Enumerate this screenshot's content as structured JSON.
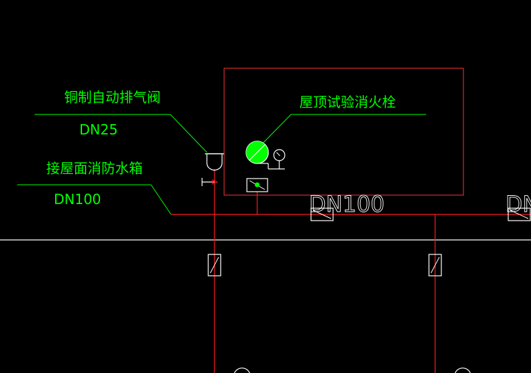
{
  "labels": {
    "vent_valve_name": "铜制自动排气阀",
    "vent_valve_size": "DN25",
    "roof_tank_name": "接屋面消防水箱",
    "roof_tank_size": "DN100",
    "test_hydrant_name": "屋顶试验消火栓",
    "main_pipe_size_1": "DN100",
    "main_pipe_size_2": "DN"
  },
  "colors": {
    "background": "#000000",
    "pipe": "#ff1a1a",
    "annotation": "#00ff00",
    "fixture": "#ffffff",
    "border": "#ff3333",
    "floor_line": "#ffffff"
  },
  "icons": {
    "hydrant": "fire-hydrant-icon",
    "pressure_gauge": "pressure-gauge-icon",
    "air_vent": "air-vent-valve-icon",
    "gate_valve": "gate-valve-icon",
    "check_valve": "check-valve-icon"
  }
}
